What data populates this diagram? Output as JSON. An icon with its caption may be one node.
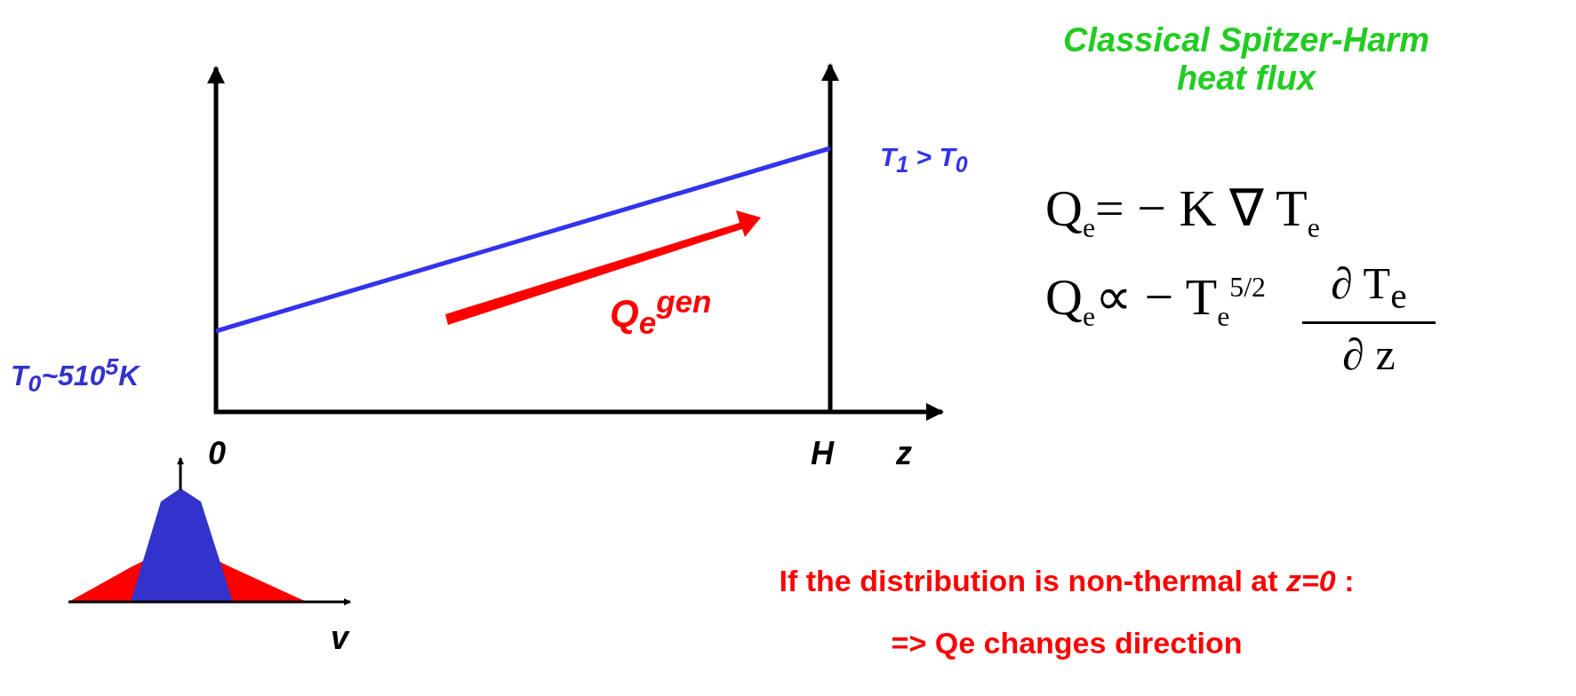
{
  "diagram": {
    "title": "Classical Spitzer-Harm heat flux",
    "labels": [
      "T$_{1}$ > T$_{0}$",
      "Q$_{e}$= − K ∇ T$_{e}$",
      "Q$_{e}$∝ − T$_{e}$$^{5/2}$",
      "∂ T$_{e}$",
      "∂ z",
      "Q$_{e}$$^{gen}$",
      "T$_{0}$~510$^{5}$K",
      "0",
      "H",
      "z",
      "v",
      "If the distribution is non-thermal at *z=0* :",
      "=> Qe changes direction"
    ]
  }
}
